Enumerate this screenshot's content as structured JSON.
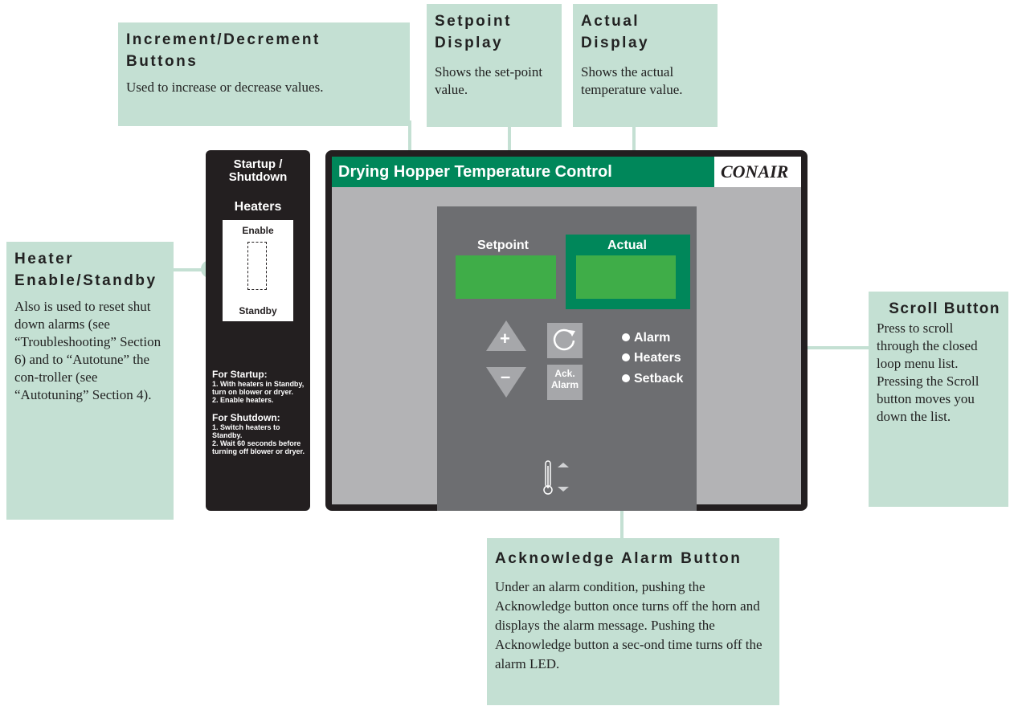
{
  "callouts": {
    "increment": {
      "title": "Increment/Decrement Buttons",
      "body": "Used to increase or decrease values."
    },
    "setpoint": {
      "title": "Setpoint Display",
      "body": "Shows the set-point value."
    },
    "actual": {
      "title": "Actual Display",
      "body": "Shows the actual temperature value."
    },
    "heater": {
      "title": "Heater Enable/Standby",
      "body": "Also is used to reset shut down alarms (see “Troubleshooting” Section 6) and to “Autotune” the con-troller (see “Autotuning” Section 4)."
    },
    "scroll": {
      "title": "Scroll Button",
      "body": "Press to scroll through the closed loop menu list.  Pressing the Scroll button moves you down the list."
    },
    "ack": {
      "title": "Acknowledge Alarm Button",
      "body": "Under an alarm condition, pushing the Acknowledge button once turns off the horn and displays the alarm message. Pushing the Acknowledge button a sec-ond time turns off the alarm LED."
    }
  },
  "side_panel": {
    "heading": "Startup / Shutdown",
    "heaters_label": "Heaters",
    "enable_label": "Enable",
    "standby_label": "Standby",
    "startup_title": "For Startup:",
    "startup_steps": "1. With heaters in Standby, turn on blower or dryer.\n2. Enable heaters.",
    "shutdown_title": "For Shutdown:",
    "shutdown_steps": "1. Switch heaters to Standby.\n2. Wait 60 seconds before turning off blower or dryer."
  },
  "controller": {
    "title": "Drying Hopper Temperature Control",
    "brand": "CONAIR",
    "setpoint_label": "Setpoint",
    "actual_label": "Actual",
    "plus_symbol": "+",
    "minus_symbol": "–",
    "ack_label": "Ack. Alarm",
    "leds": [
      "Alarm",
      "Heaters",
      "Setback"
    ]
  },
  "colors": {
    "callout_bg": "#c4e0d3",
    "panel_dark": "#231f20",
    "title_green": "#00875a",
    "display_green": "#3fad48",
    "face_gray": "#6d6e71",
    "body_gray": "#b3b3b5"
  }
}
